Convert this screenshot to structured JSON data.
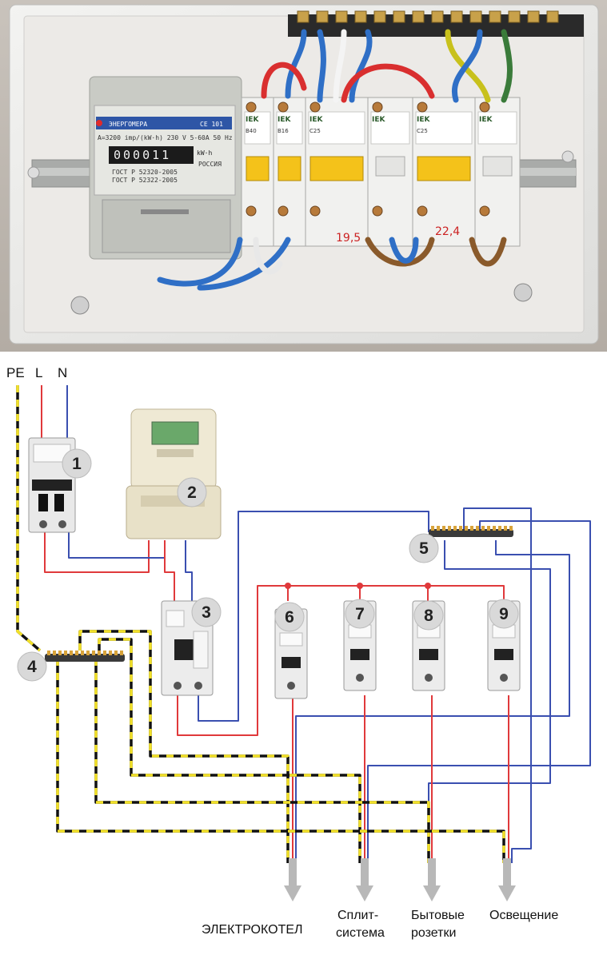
{
  "photo": {
    "meter_brand": "ЭНЕРГОМЕРА",
    "meter_model": "CE 101",
    "meter_spec": "A=3200 imp/(kW·h) 230 V 5-60A 50 Hz",
    "meter_reading": "000011",
    "meter_unit": "kW·h",
    "meter_gost1": "ГОСТ Р 52320-2005",
    "meter_gost2": "ГОСТ Р 52322-2005",
    "meter_country": "РОССИЯ",
    "breaker_brand": "IEK",
    "breaker_ratings": [
      "B40",
      "B16",
      "C25",
      "",
      "C25",
      ""
    ],
    "handwritten_1": "19,5",
    "handwritten_2": "22,4"
  },
  "diagram": {
    "input_labels": [
      "PE",
      "L",
      "N"
    ],
    "component_numbers": [
      "1",
      "2",
      "3",
      "4",
      "5",
      "6",
      "7",
      "8",
      "9"
    ],
    "outputs": [
      {
        "line1": "ЭЛЕКТРОКОТЕЛ",
        "line2": ""
      },
      {
        "line1": "Сплит-",
        "line2": "система"
      },
      {
        "line1": "Бытовые",
        "line2": "розетки"
      },
      {
        "line1": "Освещение",
        "line2": ""
      }
    ],
    "colors": {
      "phase": "#e0393b",
      "neutral": "#3a4fb0",
      "pe_dash": "#f2e12a",
      "pe_base": "#111111",
      "arrow": "#b8b8b8",
      "badge": "#d9d9d9"
    }
  }
}
